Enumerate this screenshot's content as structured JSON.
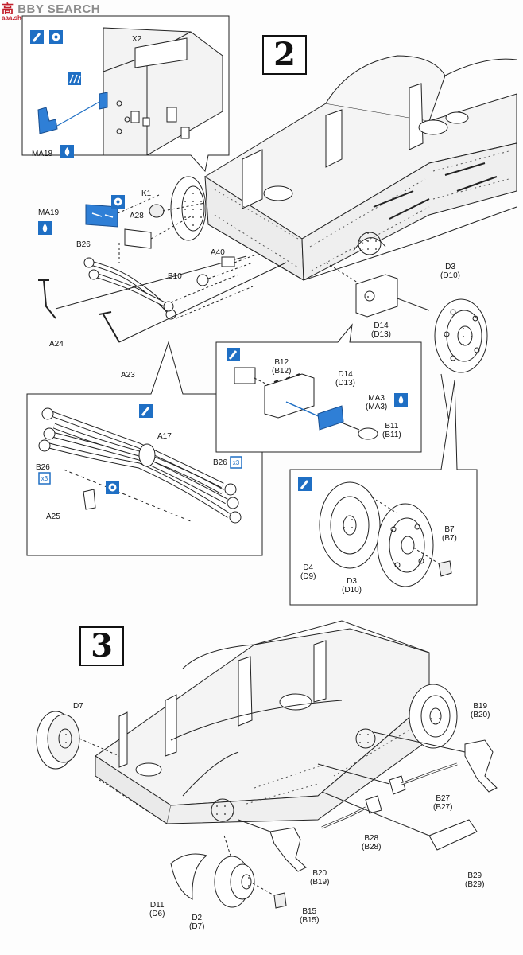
{
  "watermark": {
    "brand": "BBY SEARCH",
    "prefix": "高",
    "sub": "aaa.shou.com"
  },
  "steps": [
    {
      "number": "2"
    },
    {
      "number": "3"
    }
  ],
  "labels": {
    "x2": "X2",
    "ma18": "MA18",
    "k1": "K1",
    "ma19": "MA19",
    "a28": "A28",
    "b26_top": "B26",
    "a40": "A40",
    "b10": "B10",
    "a24": "A24",
    "a23": "A23",
    "d3_top": [
      "D3",
      "(D10)"
    ],
    "d14_top": [
      "D14",
      "(D13)"
    ],
    "b12": [
      "B12",
      "(B12)"
    ],
    "d14_inset": [
      "D14",
      "(D13)"
    ],
    "ma3": [
      "MA3",
      "(MA3)"
    ],
    "b11": [
      "B11",
      "(B11)"
    ],
    "a17": "A17",
    "b26_left": "B26",
    "b26_right": "B26",
    "a25": "A25",
    "b7": [
      "B7",
      "(B7)"
    ],
    "d4": [
      "D4",
      "(D9)"
    ],
    "d3_inset": [
      "D3",
      "(D10)"
    ],
    "d7": "D7",
    "b19": [
      "B19",
      "(B20)"
    ],
    "b27": [
      "B27",
      "(B27)"
    ],
    "b28": [
      "B28",
      "(B28)"
    ],
    "b20": [
      "B20",
      "(B19)"
    ],
    "b29": [
      "B29",
      "(B29)"
    ],
    "d11": [
      "D11",
      "(D6)"
    ],
    "d2": [
      "D2",
      "(D7)"
    ],
    "b15": [
      "B15",
      "(B15)"
    ],
    "x3_left": "x3",
    "x3_right": "x3"
  },
  "colors": {
    "icon_blue": "#1f6fc4",
    "part_blue": "#2f7fd6",
    "line": "#222222",
    "hull_fill": "#f2f2f2"
  }
}
